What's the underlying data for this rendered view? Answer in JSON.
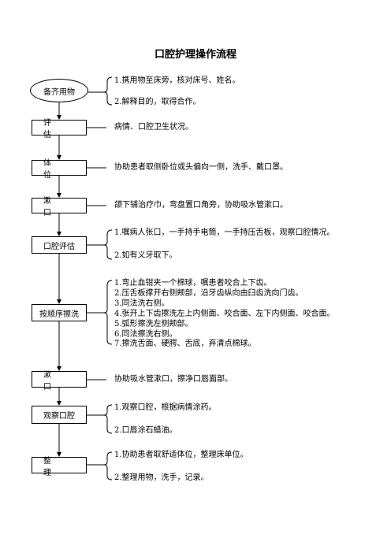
{
  "title": "口腔护理操作流程",
  "steps": [
    {
      "label": "备齐用物",
      "items": [
        "1.携用物至床旁，核对床号、姓名。",
        "2.解释目的，取得合作。"
      ]
    },
    {
      "label": "评　估",
      "items": [
        "病情、口腔卫生状况。"
      ]
    },
    {
      "label": "体　位",
      "items": [
        "协助患者取侧卧位或头偏向一侧，洗手、戴口罩。"
      ]
    },
    {
      "label": "漱　口",
      "items": [
        "颌下铺治疗巾，弯盘置口角旁，协助吸水管漱口。"
      ]
    },
    {
      "label": "口腔评估",
      "items": [
        "1.嘱病人张口，一手持手电筒，一手持压舌板，观察口腔情况。",
        "2.如有义牙取下。"
      ]
    },
    {
      "label": "按顺序擦洗",
      "items": [
        "1.弯止血钳夹一个棉球，嘱患者咬合上下齿。",
        "2.压舌板撑开右侧颊部，沿牙齿纵向由臼齿洗向门齿。",
        "3.同法洗右侧。",
        "4.张开上下齿擦洗左上内侧面、咬合面、左下内侧面、咬合面。",
        "5.弧形擦洗左侧颊部。",
        "6.同法擦洗右侧。",
        "7.擦洗舌面、硬腭、舌底，弃清点棉球。"
      ]
    },
    {
      "label": "漱　口",
      "items": [
        "协助吸水管漱口，擦净口唇面部。"
      ]
    },
    {
      "label": "观察口腔",
      "items": [
        "1.观察口腔，根据病情涂药。",
        "2.口唇涂石蜡油。"
      ]
    },
    {
      "label": "整　理",
      "items": [
        "1.协助患者取舒适体位，整理床单位。",
        "2.整理用物，洗手，记录。"
      ]
    }
  ]
}
